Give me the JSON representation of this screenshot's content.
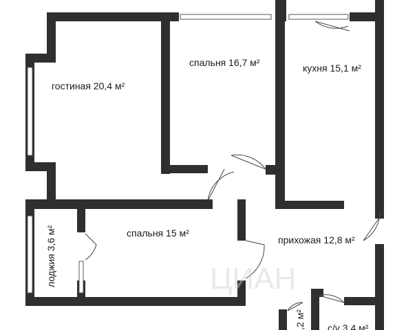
{
  "rooms": [
    {
      "id": "living",
      "label": "гостиная 20,4 м²"
    },
    {
      "id": "bedroom1",
      "label": "спальня 16,7 м²"
    },
    {
      "id": "kitchen",
      "label": "кухня 15,1 м²"
    },
    {
      "id": "bedroom2",
      "label": "спальня 15 м²"
    },
    {
      "id": "hall",
      "label": "прихожая 12,8 м²"
    },
    {
      "id": "loggia",
      "label": "лоджия 3,6 м²"
    },
    {
      "id": "wc_small",
      "label": ",2 м²"
    },
    {
      "id": "bathroom",
      "label": "с/у 3,4 м²"
    }
  ],
  "watermark": "ЦИАН",
  "colors": {
    "wall": "#2f2f2f",
    "background": "#ffffff"
  }
}
